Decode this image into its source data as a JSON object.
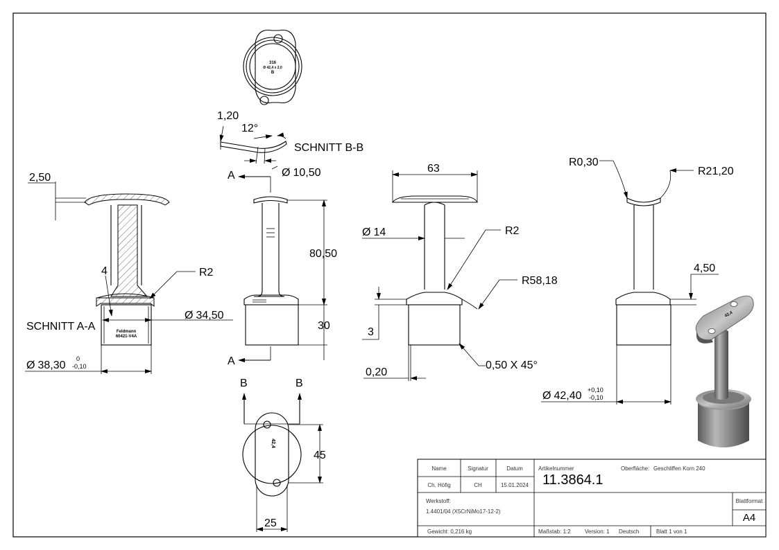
{
  "views": {
    "schnitt_b_b_label": "SCHNITT B-B",
    "schnitt_a_a_label": "SCHNITT A-A",
    "section_marks": {
      "a_top": "A",
      "a_bottom": "A",
      "b_left": "B",
      "b_right": "B"
    },
    "top_view_engraving": {
      "line1": "316",
      "line2": "Ø 42,4 x 2,0",
      "line3": "B"
    },
    "bottom_view_engraving": "42,4",
    "section_engraving": {
      "line1": "Feldmann",
      "line2": "60421-V4A"
    }
  },
  "dimensions": {
    "d_1_20": "1,20",
    "d_12deg": "12°",
    "d_dia_10_50": "10,50",
    "d_2_50": "2,50",
    "d_80_50": "80,50",
    "d_30": "30",
    "d_4": "4",
    "d_r2_left": "R2",
    "d_dia_34_50": "34,50",
    "d_dia_38_30": "38,30",
    "d_38_30_tol_upper": "0",
    "d_38_30_tol_lower": "-0,10",
    "d_45": "45",
    "d_25": "25",
    "d_63": "63",
    "d_dia_14": "14",
    "d_r2_mid": "R2",
    "d_r58_18": "R58,18",
    "d_3": "3",
    "d_0_20": "0,20",
    "d_chamfer": "0,50 X 45°",
    "d_r0_30": "R0,30",
    "d_r21_20": "R21,20",
    "d_4_50": "4,50",
    "d_dia_42_40": "42,40",
    "d_42_40_tol_upper": "+0,10",
    "d_42_40_tol_lower": "-0,10"
  },
  "title_block": {
    "col_name": "Name",
    "col_signatur": "Signatur",
    "col_datum": "Datum",
    "name_value": "Ch. Höfig",
    "signatur_value": "CH",
    "datum_value": "15.01.2024",
    "artikelnummer_label": "Artikelnummer",
    "artikelnummer_value": "11.3864.1",
    "oberflaeche_label": "Oberfläche:",
    "oberflaeche_value": "Geschliffen Korn 240",
    "werkstoff_label": "Werkstoff:",
    "werkstoff_value": "1.4401/04 (X5CrNiMo17-12-2)",
    "blattformat_label": "Blattformat",
    "blattformat_value": "A4",
    "gewicht": "Gewicht: 0,216 kg",
    "massstab": "Maßstab: 1:2",
    "version": "Version: 1",
    "sprache": "Deutsch",
    "blatt": "Blatt 1 von 1"
  },
  "colors": {
    "line": "#000000",
    "hatch": "#555555",
    "render_metal": "#8a8a8a"
  }
}
